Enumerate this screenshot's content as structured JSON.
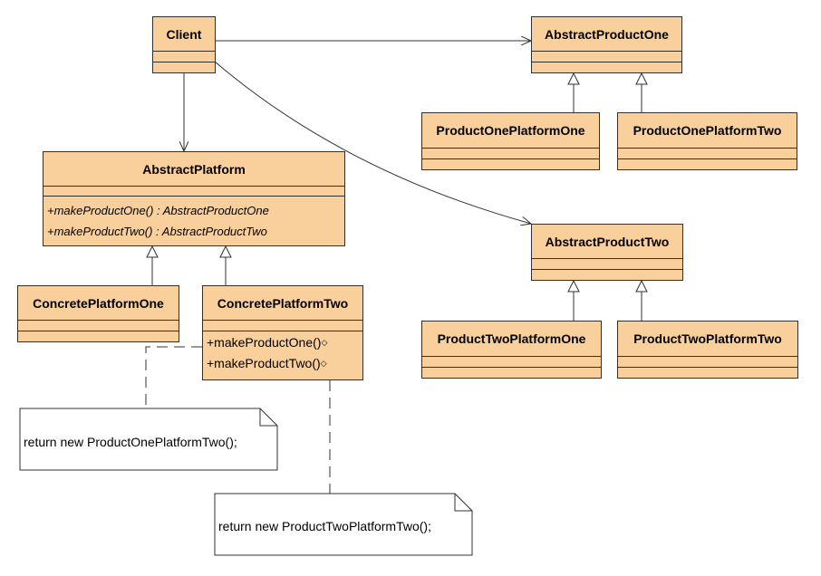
{
  "classes": {
    "client": {
      "name": "Client"
    },
    "abstract_platform": {
      "name": "AbstractPlatform",
      "operations": [
        "+makeProductOne() : AbstractProductOne",
        "+makeProductTwo() : AbstractProductTwo"
      ]
    },
    "concrete_platform_one": {
      "name": "ConcretePlatformOne"
    },
    "concrete_platform_two": {
      "name": "ConcretePlatformTwo",
      "operations": [
        "+makeProductOne()",
        "+makeProductTwo()"
      ]
    },
    "abstract_product_one": {
      "name": "AbstractProductOne"
    },
    "product_one_platform_one": {
      "name": "ProductOnePlatformOne"
    },
    "product_one_platform_two": {
      "name": "ProductOnePlatformTwo"
    },
    "abstract_product_two": {
      "name": "AbstractProductTwo"
    },
    "product_two_platform_one": {
      "name": "ProductTwoPlatformOne"
    },
    "product_two_platform_two": {
      "name": "ProductTwoPlatformTwo"
    }
  },
  "notes": {
    "note_one": "return new ProductOnePlatformTwo();",
    "note_two": "return new ProductTwoPlatformTwo();"
  },
  "relations": [
    {
      "from": "Client",
      "to": "AbstractProductOne",
      "type": "association"
    },
    {
      "from": "Client",
      "to": "AbstractPlatform",
      "type": "association"
    },
    {
      "from": "Client",
      "to": "AbstractProductTwo",
      "type": "association"
    },
    {
      "from": "ConcretePlatformOne",
      "to": "AbstractPlatform",
      "type": "generalization"
    },
    {
      "from": "ConcretePlatformTwo",
      "to": "AbstractPlatform",
      "type": "generalization"
    },
    {
      "from": "ProductOnePlatformOne",
      "to": "AbstractProductOne",
      "type": "generalization"
    },
    {
      "from": "ProductOnePlatformTwo",
      "to": "AbstractProductOne",
      "type": "generalization"
    },
    {
      "from": "ProductTwoPlatformOne",
      "to": "AbstractProductTwo",
      "type": "generalization"
    },
    {
      "from": "ProductTwoPlatformTwo",
      "to": "AbstractProductTwo",
      "type": "generalization"
    }
  ],
  "colors": {
    "class_fill": "#f9cf9c",
    "border": "#303030",
    "background": "#ffffff"
  }
}
